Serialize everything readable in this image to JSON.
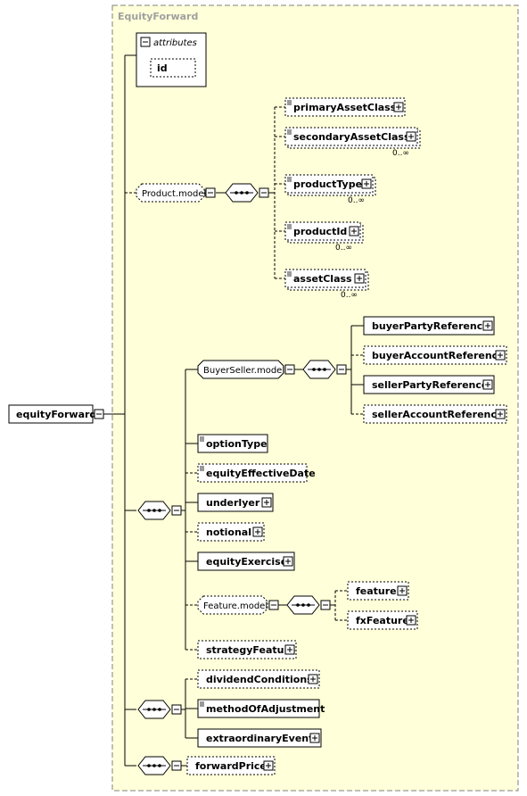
{
  "diagram": {
    "title": "EquityForward",
    "root": "equityForward",
    "attributes": {
      "label": "attributes",
      "items": [
        "id"
      ]
    },
    "product_model": {
      "label": "Product.model",
      "elements": [
        {
          "label": "primaryAssetClass"
        },
        {
          "label": "secondaryAssetClass",
          "cardinality": "0..∞"
        },
        {
          "label": "productType",
          "cardinality": "0..∞"
        },
        {
          "label": "productId",
          "cardinality": "0..∞"
        },
        {
          "label": "assetClass",
          "cardinality": "0..∞"
        }
      ]
    },
    "buyer_seller_model": {
      "label": "BuyerSeller.model",
      "elements": [
        {
          "label": "buyerPartyReference"
        },
        {
          "label": "buyerAccountReference"
        },
        {
          "label": "sellerPartyReference"
        },
        {
          "label": "sellerAccountReference"
        }
      ]
    },
    "sequence_main": [
      {
        "label": "optionType"
      },
      {
        "label": "equityEffectiveDate"
      },
      {
        "label": "underlyer"
      },
      {
        "label": "notional"
      },
      {
        "label": "equityExercise"
      }
    ],
    "feature_model": {
      "label": "Feature.model",
      "elements": [
        {
          "label": "feature"
        },
        {
          "label": "fxFeature"
        }
      ]
    },
    "strategy": "strategyFeature",
    "sequence_adjust": [
      {
        "label": "dividendConditions"
      },
      {
        "label": "methodOfAdjustment"
      },
      {
        "label": "extraordinaryEvents"
      }
    ],
    "sequence_price": [
      {
        "label": "forwardPrice"
      }
    ]
  }
}
